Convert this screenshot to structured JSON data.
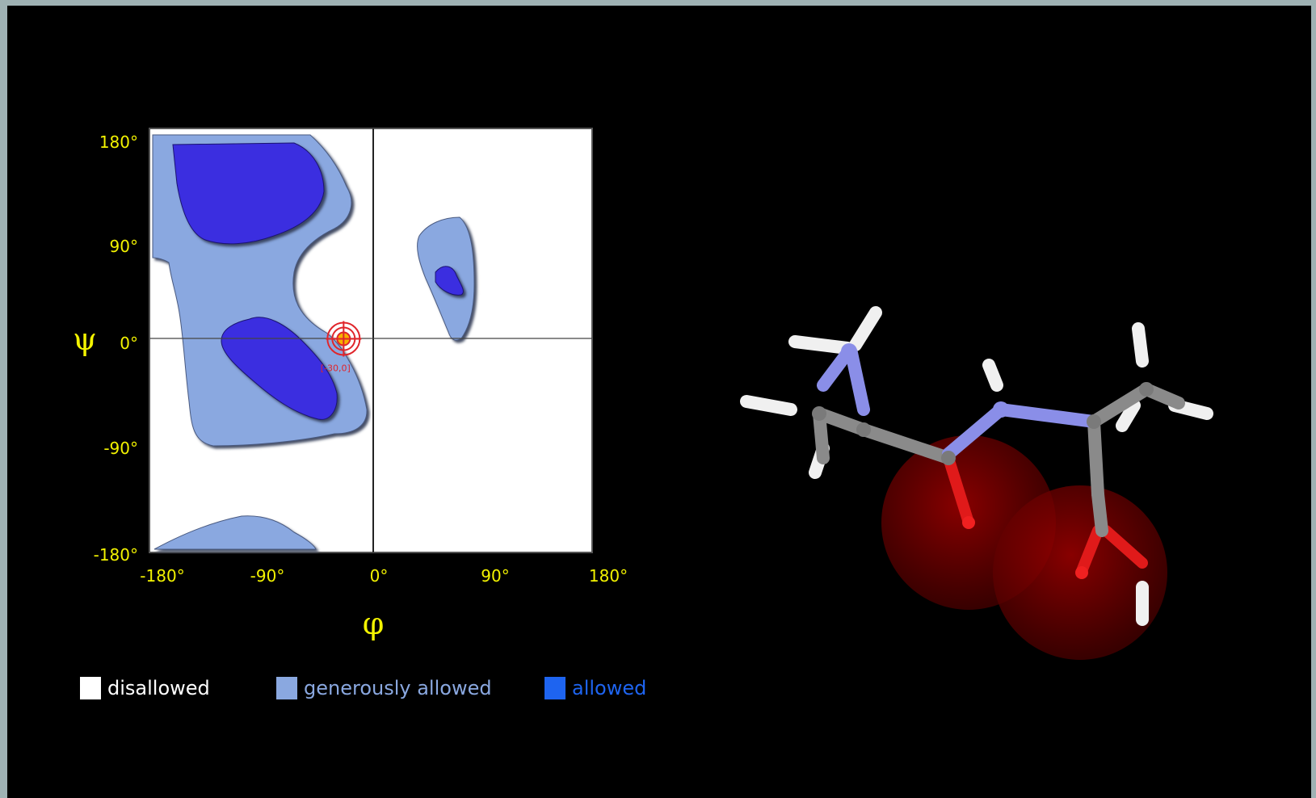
{
  "colors": {
    "background": "#000000",
    "disallowed": "#ffffff",
    "generously_allowed": "#8aa8e0",
    "allowed": "#3a2ee0",
    "axis_label": "#f3f300",
    "marker": "#e0252b"
  },
  "plot": {
    "x_axis_symbol": "φ",
    "y_axis_symbol": "ψ",
    "x_ticks": [
      "-180°",
      "-90°",
      "0°",
      "90°",
      "180°"
    ],
    "y_ticks": [
      "180°",
      "90°",
      "0°",
      "-90°",
      "-180°"
    ],
    "marker": {
      "phi": -30,
      "psi": 0,
      "label": "[-30,0]"
    }
  },
  "legend": [
    {
      "label": "disallowed",
      "swatch": "#ffffff",
      "text_color": "#ffffff"
    },
    {
      "label": "generously allowed",
      "swatch": "#8aa8e0",
      "text_color": "#8aa8e0"
    },
    {
      "label": "allowed",
      "swatch": "#1e64f0",
      "text_color": "#1e64f0"
    }
  ],
  "molecule": {
    "style": "stick model with translucent oxygen spheres",
    "atom_colors": {
      "carbon": "#8a8a8a",
      "nitrogen": "#8a8ee8",
      "oxygen": "#e01a1a",
      "hydrogen": "#f2f2f2"
    }
  }
}
